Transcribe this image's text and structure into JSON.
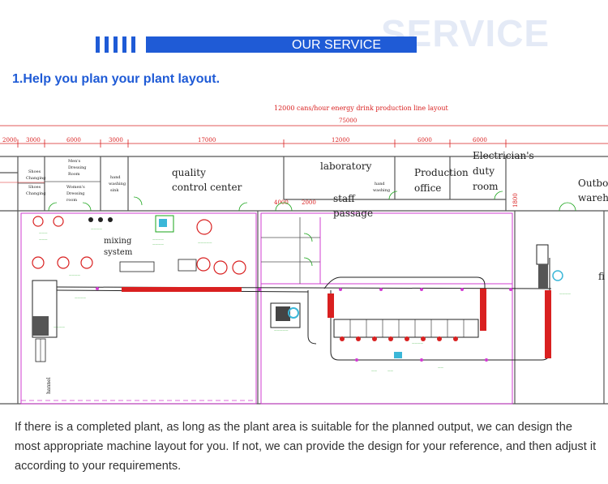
{
  "header": {
    "watermark": "SERVICE",
    "banner_title": "OUR SERVICE"
  },
  "section": {
    "title": "1.Help you plan your plant layout."
  },
  "layout": {
    "title": "12000 cans/hour energy drink production line layout",
    "total_width": "75000",
    "dimensions": [
      "2000",
      "3000",
      "6000",
      "3000",
      "17000",
      "12000",
      "6000",
      "6000"
    ],
    "dimensions_lower": [
      "4000",
      "2000",
      "1800"
    ],
    "rooms": {
      "quality": [
        "quality",
        "control center"
      ],
      "laboratory": "laboratory",
      "production_office": [
        "Production",
        "office"
      ],
      "electricians": [
        "Electrician's",
        "duty",
        "room"
      ],
      "outbound": [
        "Outboa",
        "wareho"
      ],
      "staff": [
        "staff",
        "passage"
      ],
      "mixing": [
        "mixing",
        "system"
      ],
      "shoes": [
        "Shoes",
        "Changing",
        "Shoes",
        "Changing"
      ],
      "mens": [
        "Men's",
        "Dressing",
        "Room"
      ],
      "womens": [
        "Women's",
        "Dressing",
        "room"
      ],
      "hand_wash_1": [
        "hand",
        "washing",
        "sink"
      ],
      "hand_wash_2": [
        "hand",
        "washing"
      ],
      "edge_label": "fi",
      "channel": "hannel"
    }
  },
  "caption": {
    "text": "If there is a completed plant, as long as the plant area is suitable for the planned output, we can design the most appropriate machine layout for you. If not, we can provide the design for your reference, and then adjust it according to your requirements."
  },
  "colors": {
    "brand_blue": "#1f5bd6",
    "watermark": "#e4eaf6",
    "cad_red": "#d92020",
    "cad_green": "#1aa51a",
    "cad_magenta": "#d23cd2",
    "cad_gray": "#555555"
  }
}
